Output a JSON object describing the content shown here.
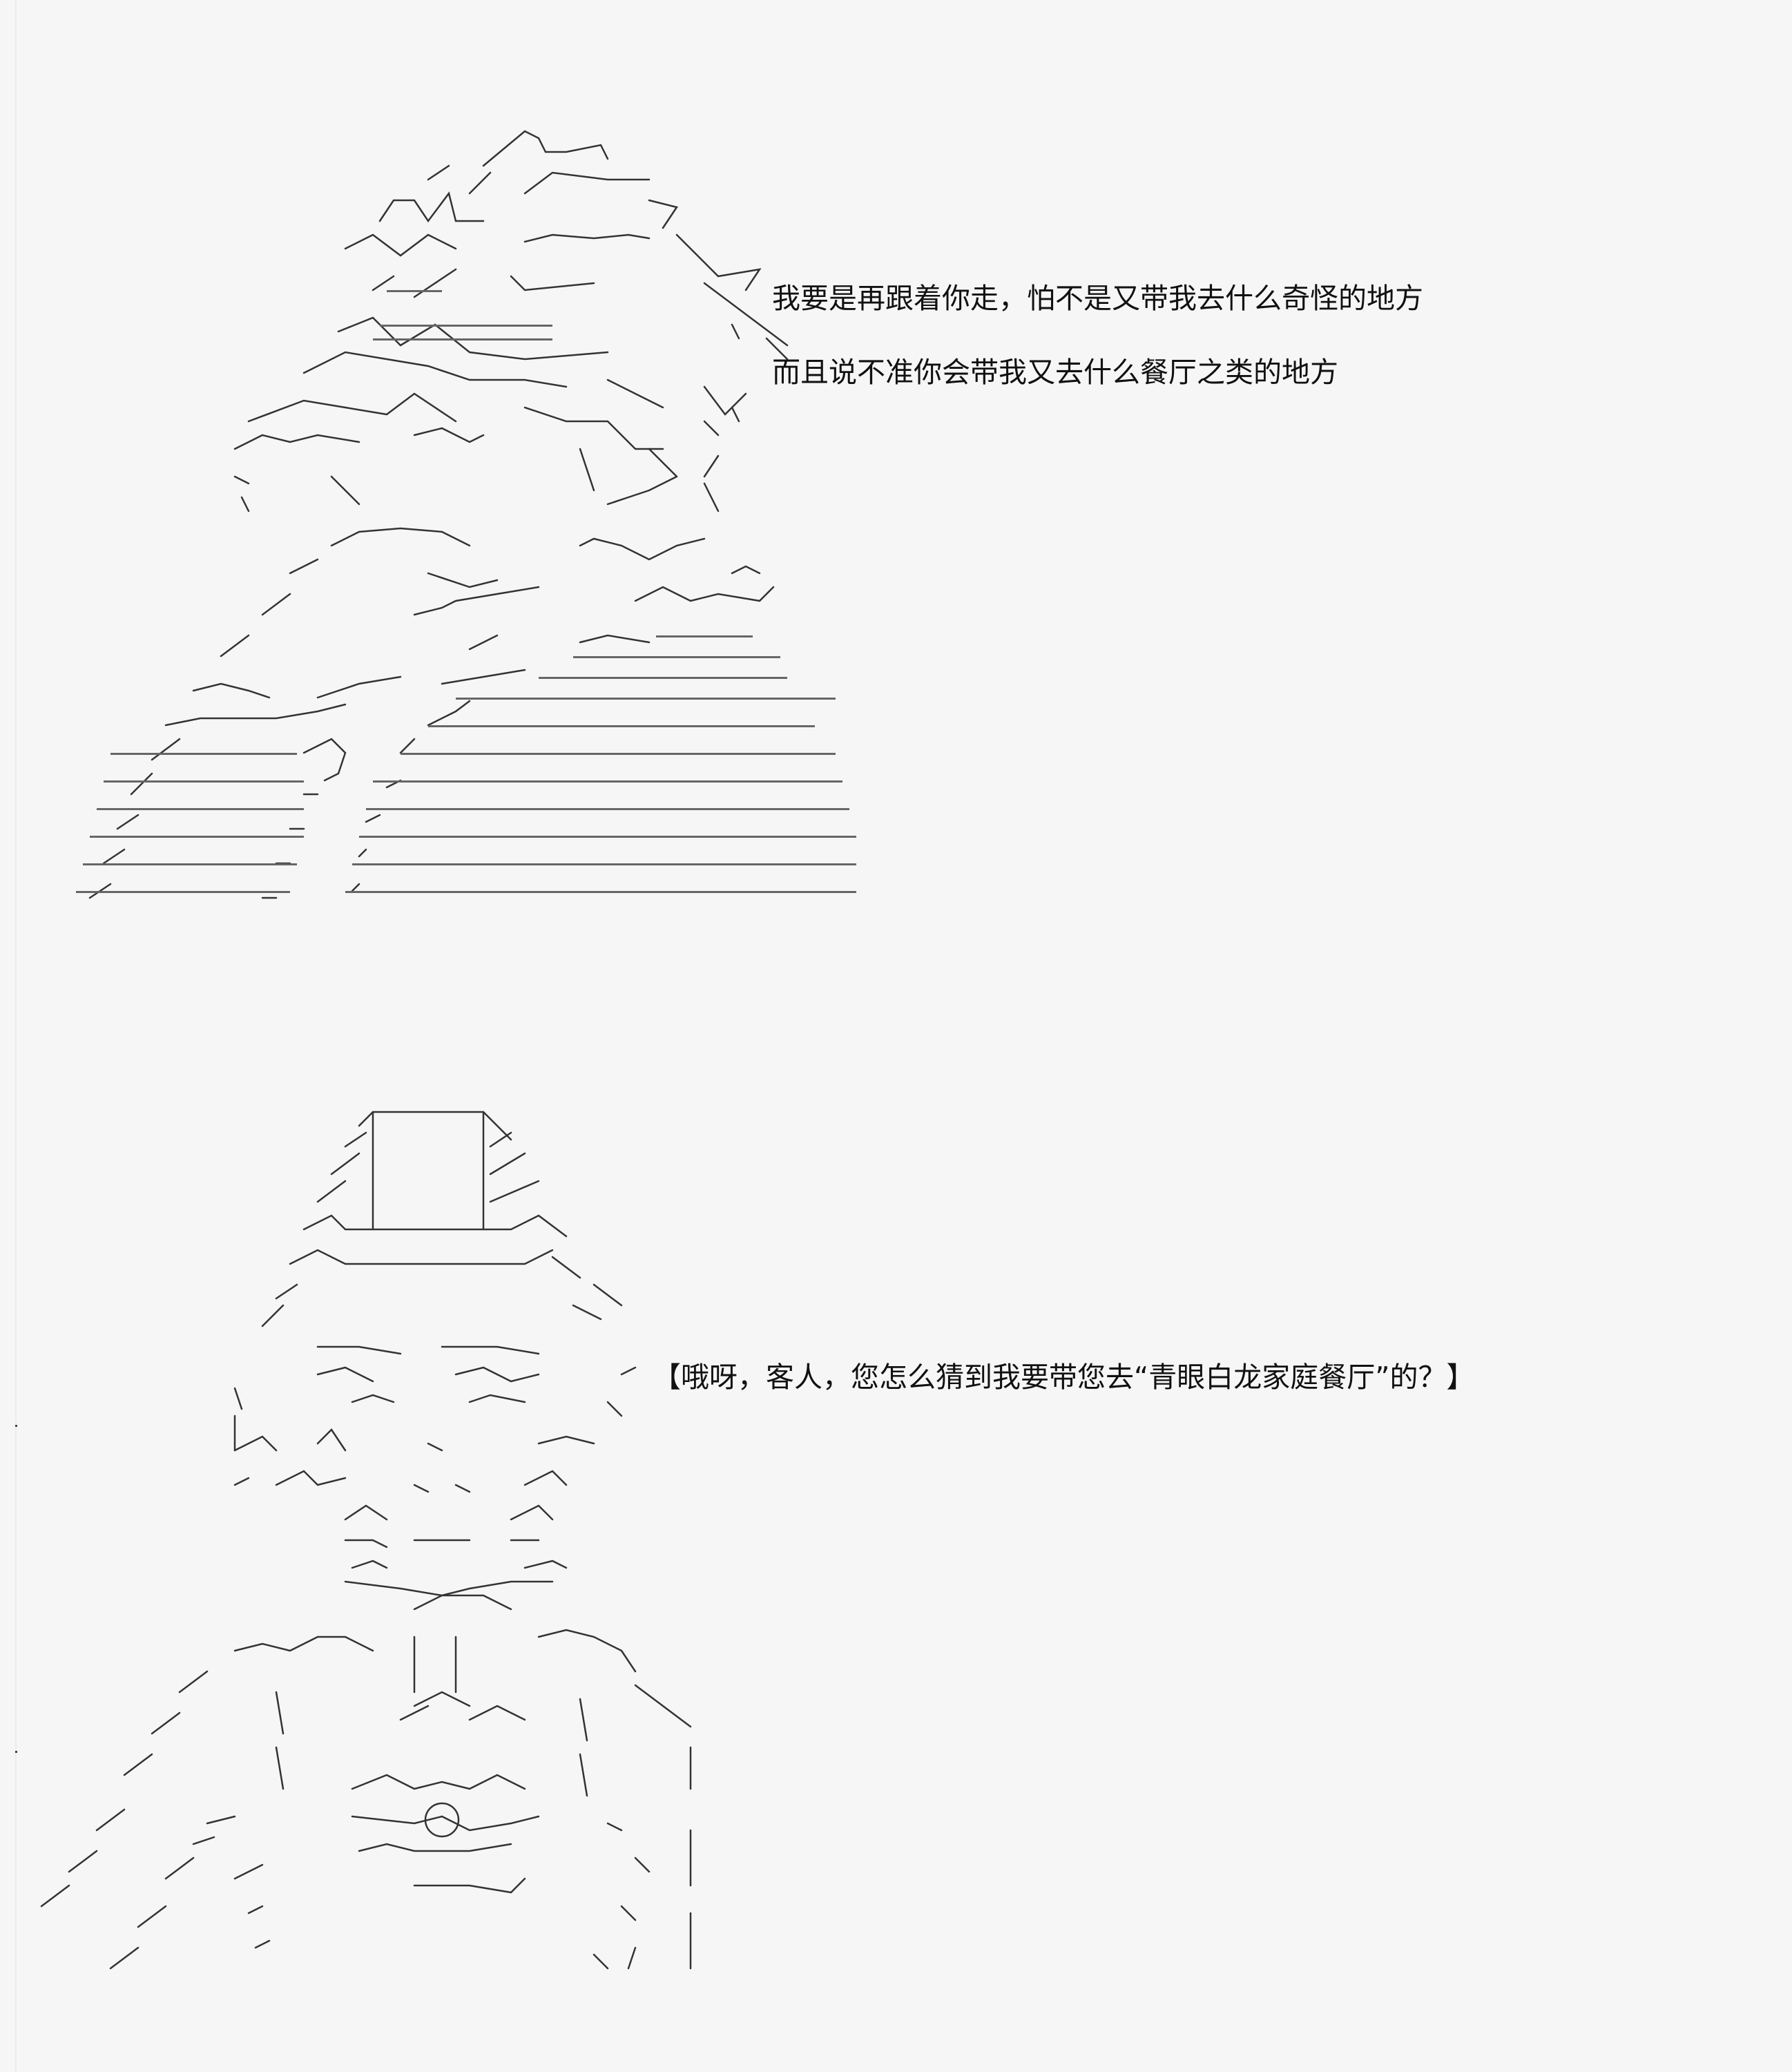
{
  "panel_1": {
    "dialogue_1": "我要是再跟着你走，怕不是又带我去什么奇怪的地方",
    "dialogue_2": "而且说不准你会带我又去什么餐厅之类的地方"
  },
  "panel_2": {
    "dialogue_1": "【哦呀，客人，您怎么猜到我要带您去“青眼白龙家庭餐厅”的？】"
  }
}
